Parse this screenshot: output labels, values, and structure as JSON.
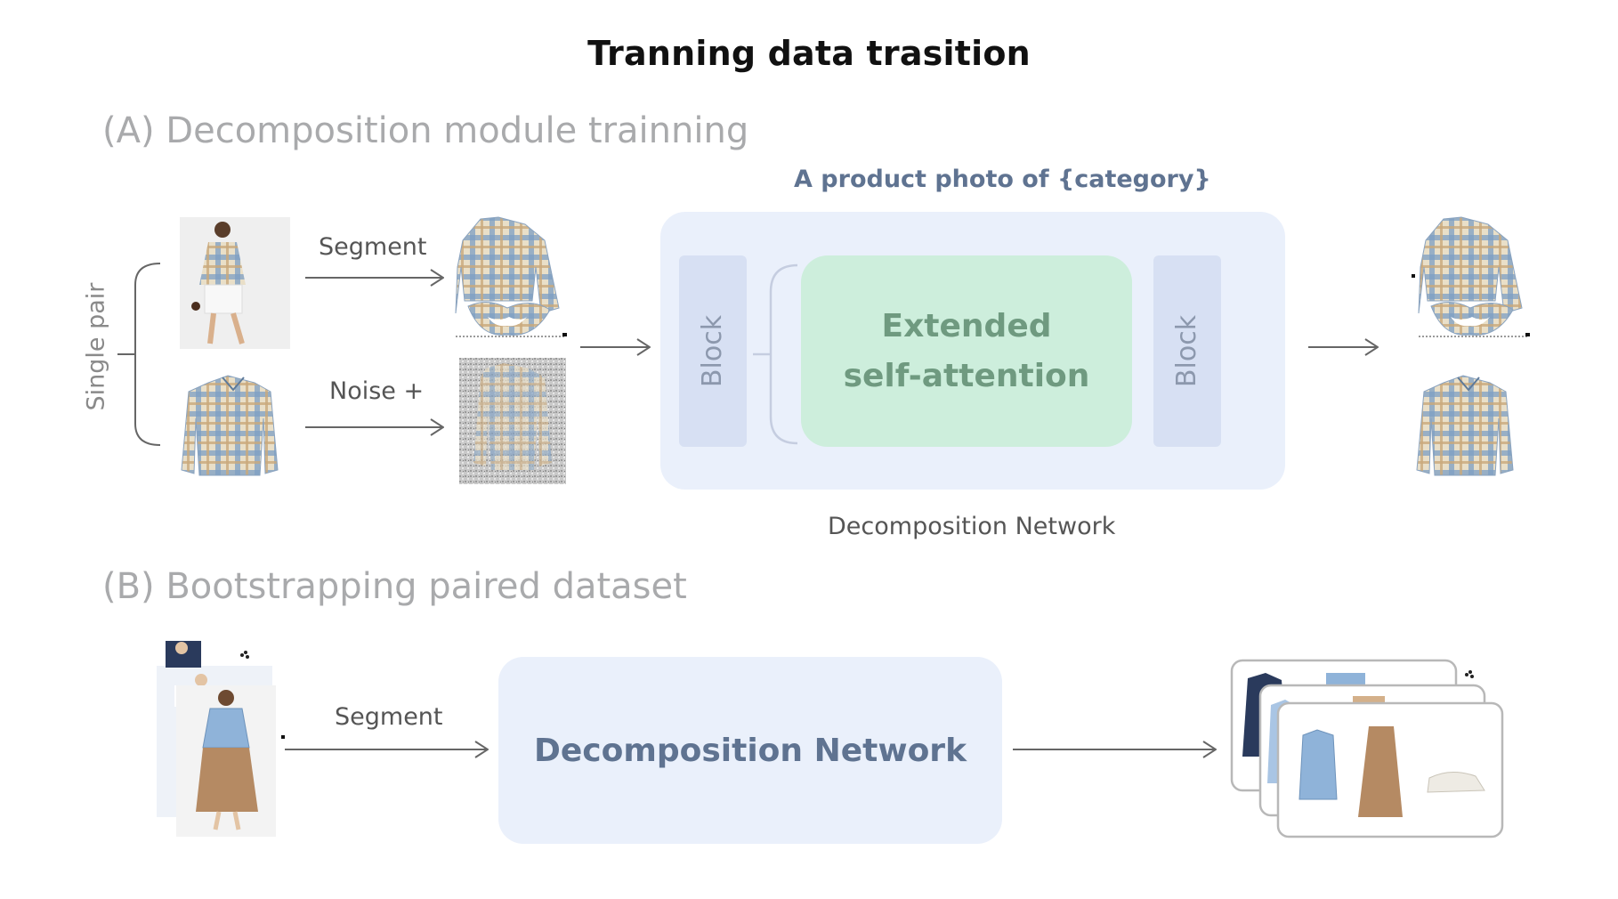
{
  "title": "Tranning data trasition",
  "section_a": {
    "heading": "(A) Decomposition module trainning",
    "single_pair_label": "Single pair",
    "segment_label": "Segment",
    "noise_label": "Noise +",
    "prompt": "A product photo of {category}",
    "block_left": "Block",
    "block_right": "Block",
    "attention_line1": "Extended",
    "attention_line2": "self-attention",
    "network_caption": "Decomposition Network"
  },
  "section_b": {
    "heading": "(B) Bootstrapping paired dataset",
    "segment_label": "Segment",
    "network_label": "Decomposition Network"
  },
  "colors": {
    "network_bg": "#eaf0fb",
    "block_bg": "#d7e0f3",
    "attention_bg": "#cdeedc",
    "attention_text": "#6f9a80",
    "prompt_text": "#5f7391",
    "plaid_blue": "#7d9fc4",
    "plaid_tan": "#d8c6a4",
    "skirt_brown": "#b58a63",
    "denim": "#8fb3d9",
    "navy": "#2a3a5c"
  }
}
